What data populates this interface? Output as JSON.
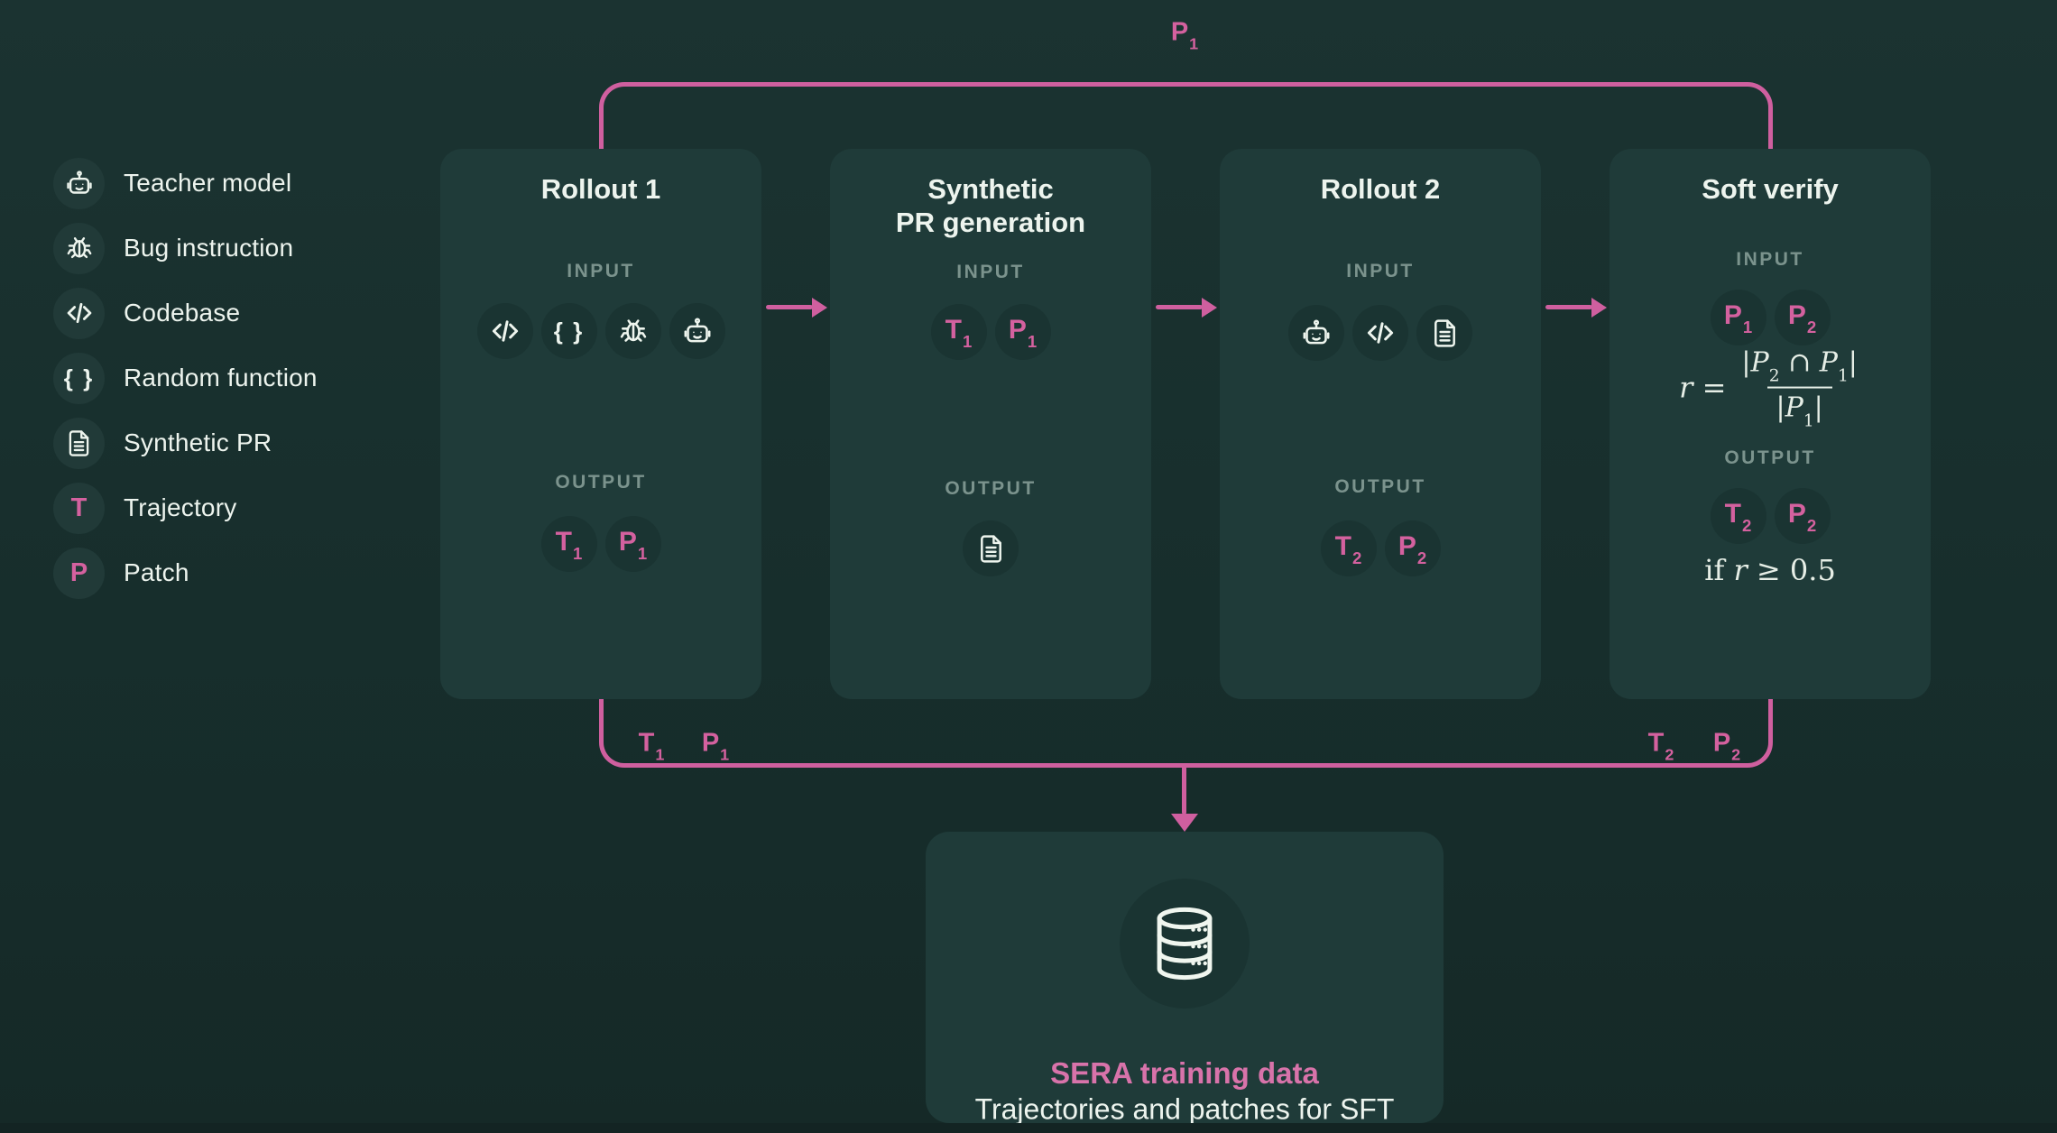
{
  "colors": {
    "background": "#182f2d",
    "card_background": "#1f3b39",
    "token_circle": "#1a3432",
    "accent_pink": "#cf5f9f",
    "text_cream": "#edf4ee",
    "muted_label": "#7b938d"
  },
  "legend": {
    "items": [
      {
        "icon": "teacher-model-icon",
        "label": "Teacher model"
      },
      {
        "icon": "bug-instruction-icon",
        "label": "Bug instruction"
      },
      {
        "icon": "codebase-icon",
        "label": "Codebase"
      },
      {
        "icon": "random-function-icon",
        "label": "Random function",
        "glyph": "{ }"
      },
      {
        "icon": "synthetic-pr-icon",
        "label": "Synthetic PR"
      },
      {
        "icon": "trajectory-badge",
        "label": "Trajectory",
        "badge": "T"
      },
      {
        "icon": "patch-badge",
        "label": "Patch",
        "badge": "P"
      }
    ]
  },
  "top_loop": {
    "label_base": "P",
    "label_sub": "1"
  },
  "cards": [
    {
      "title": "Rollout 1",
      "input_label": "INPUT",
      "output_label": "OUTPUT",
      "inputs_icons": [
        "codebase-icon",
        "random-function-icon",
        "bug-instruction-icon",
        "teacher-model-icon"
      ],
      "outputs_tokens": [
        {
          "base": "T",
          "sub": "1"
        },
        {
          "base": "P",
          "sub": "1"
        }
      ]
    },
    {
      "title_line1": "Synthetic",
      "title_line2": "PR generation",
      "input_label": "INPUT",
      "output_label": "OUTPUT",
      "inputs_tokens": [
        {
          "base": "T",
          "sub": "1"
        },
        {
          "base": "P",
          "sub": "1"
        }
      ],
      "outputs_icons": [
        "synthetic-pr-icon"
      ]
    },
    {
      "title": "Rollout 2",
      "input_label": "INPUT",
      "output_label": "OUTPUT",
      "inputs_icons": [
        "teacher-model-icon",
        "codebase-icon",
        "synthetic-pr-icon"
      ],
      "outputs_tokens": [
        {
          "base": "T",
          "sub": "2"
        },
        {
          "base": "P",
          "sub": "2"
        }
      ]
    },
    {
      "title": "Soft verify",
      "input_label": "INPUT",
      "output_label": "OUTPUT",
      "inputs_tokens": [
        {
          "base": "P",
          "sub": "1"
        },
        {
          "base": "P",
          "sub": "2"
        }
      ],
      "formula": {
        "lhs": "r",
        "rel": "=",
        "num_bar1": "|",
        "num_P1": "P",
        "num_sub1": "2",
        "num_cap": " ∩ ",
        "num_P2": "P",
        "num_sub2": "1",
        "num_bar2": "|",
        "den_bar1": "|",
        "den_P": "P",
        "den_sub": "1",
        "den_bar2": "|"
      },
      "outputs_tokens": [
        {
          "base": "T",
          "sub": "2"
        },
        {
          "base": "P",
          "sub": "2"
        }
      ],
      "condition": {
        "word_if": "if ",
        "var": "r",
        "rest": " ≥ 0.5"
      }
    }
  ],
  "between_card_arrows": 3,
  "bottom_loop": {
    "left_tokens": [
      {
        "base": "T",
        "sub": "1"
      },
      {
        "base": "P",
        "sub": "1"
      }
    ],
    "right_tokens": [
      {
        "base": "T",
        "sub": "2"
      },
      {
        "base": "P",
        "sub": "2"
      }
    ]
  },
  "sink": {
    "icon": "database-icon",
    "title": "SERA training data",
    "subtitle": "Trajectories and patches for SFT"
  }
}
